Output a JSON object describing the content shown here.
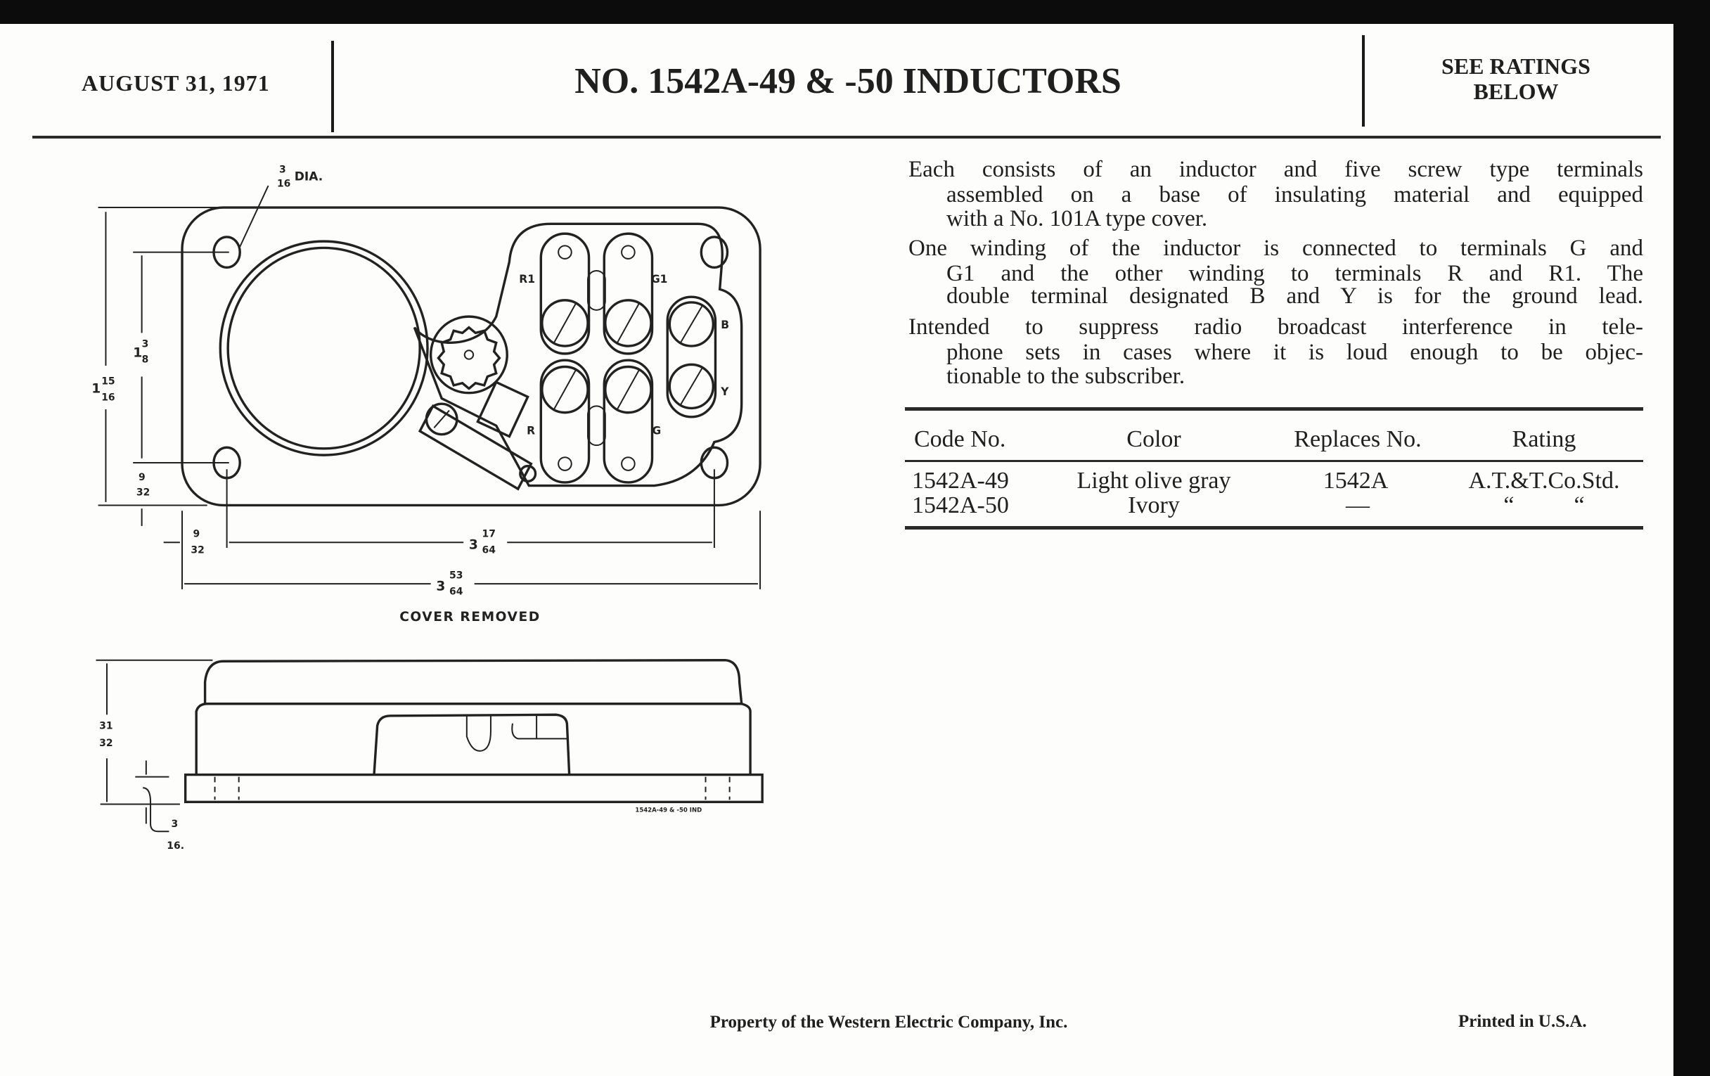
{
  "header": {
    "date": "AUGUST 31, 1971",
    "title": "NO. 1542A-49 & -50 INDUCTORS",
    "ratings_line1": "SEE RATINGS",
    "ratings_line2": "BELOW"
  },
  "description": [
    {
      "lines": [
        "Each consists of an inductor and five screw type terminals",
        "assembled on a base of insulating material and equipped",
        "with a No. 101A type cover."
      ]
    },
    {
      "lines": [
        "One winding of the inductor is connected to terminals G and",
        "G1 and the other winding to terminals R and R1. The",
        "double terminal designated B and Y is for the ground lead."
      ]
    },
    {
      "lines": [
        "Intended to suppress radio broadcast interference in tele-",
        "phone sets in cases where it is loud enough to be objec-",
        "tionable to the subscriber."
      ]
    }
  ],
  "table": {
    "headers": [
      "Code No.",
      "Color",
      "Replaces No.",
      "Rating"
    ],
    "rows": [
      [
        "1542A-49",
        "Light olive gray",
        "1542A",
        "A.T.&T.Co.Std."
      ],
      [
        "1542A-50",
        "Ivory",
        "—",
        "“          “"
      ]
    ]
  },
  "drawing_top": {
    "hole_dia": {
      "num": "3",
      "den": "16",
      "suffix": "DIA."
    },
    "height_total": {
      "whole": "1",
      "num": "15",
      "den": "16"
    },
    "hole_spacing_v": {
      "whole": "1",
      "num": "3",
      "den": "8"
    },
    "edge_offset_v": {
      "num": "9",
      "den": "32"
    },
    "edge_offset_h": {
      "num": "9",
      "den": "32"
    },
    "hole_spacing_h": {
      "whole": "3",
      "num": "17",
      "den": "64"
    },
    "width_total": {
      "whole": "3",
      "num": "53",
      "den": "64"
    },
    "terminals": [
      "R1",
      "G1",
      "B",
      "Y",
      "R",
      "G"
    ],
    "caption": "COVER REMOVED"
  },
  "drawing_side": {
    "height": {
      "num": "31",
      "den": "32"
    },
    "base": {
      "num": "3",
      "den": "16."
    },
    "label": "1542A-49 & -50 IND"
  },
  "footer": {
    "property": "Property of the Western Electric Company, Inc.",
    "printed": "Printed in U.S.A."
  }
}
